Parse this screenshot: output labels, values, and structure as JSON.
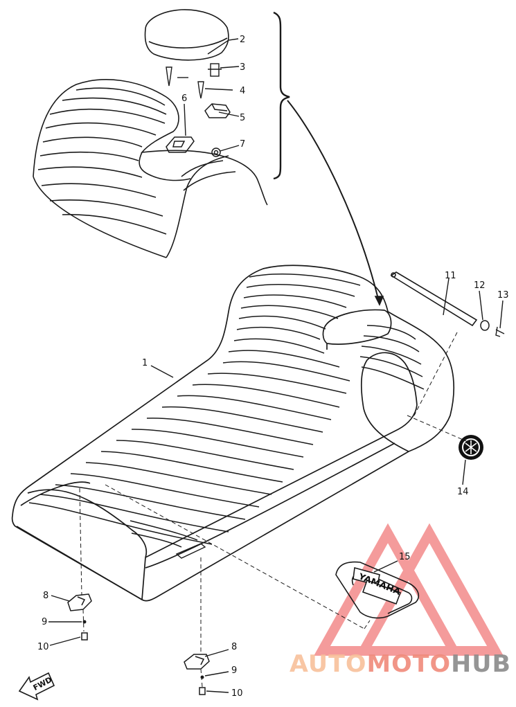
{
  "callouts": [
    {
      "id": "1",
      "text": "1"
    },
    {
      "id": "2",
      "text": "2"
    },
    {
      "id": "3",
      "text": "3"
    },
    {
      "id": "4",
      "text": "4"
    },
    {
      "id": "5",
      "text": "5"
    },
    {
      "id": "6",
      "text": "6"
    },
    {
      "id": "7",
      "text": "7"
    },
    {
      "id": "8a",
      "text": "8"
    },
    {
      "id": "8b",
      "text": "8"
    },
    {
      "id": "9a",
      "text": "9"
    },
    {
      "id": "9b",
      "text": "9"
    },
    {
      "id": "10a",
      "text": "10"
    },
    {
      "id": "10b",
      "text": "10"
    },
    {
      "id": "11",
      "text": "11"
    },
    {
      "id": "12",
      "text": "12"
    },
    {
      "id": "13",
      "text": "13"
    },
    {
      "id": "14",
      "text": "14"
    },
    {
      "id": "15",
      "text": "15"
    }
  ],
  "emblem_text": "YAMAHA",
  "fwd_label": "FWD",
  "watermark": {
    "part1": "AUTO",
    "part2": "MOTO",
    "part3": "HUB",
    "color_light": "#f7c09a",
    "color_mid": "#f08a7a",
    "color_dark": "#8a8a8a",
    "triangle_color": "#ec4a4a"
  },
  "line_color": "#1a1a1a"
}
